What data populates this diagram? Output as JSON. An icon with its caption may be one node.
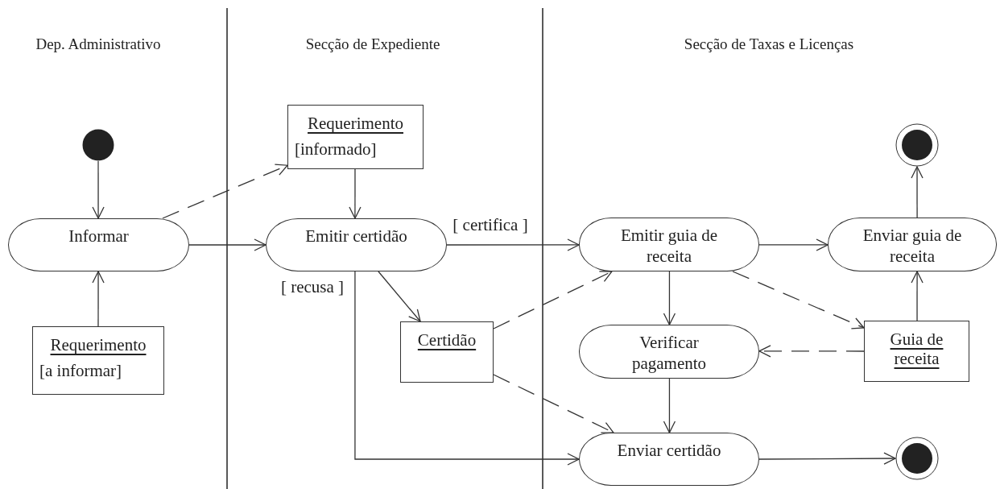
{
  "diagram": {
    "nodes": [
      {
        "text": [],
        "shape": "circle"
      },
      {
        "text": [
          "Informar"
        ]
      },
      {
        "text": [
          "Requerimento",
          "[a informar]"
        ]
      },
      {
        "text": [
          "Requerimento",
          "[informado]"
        ]
      },
      {
        "text": [
          "Emitir certidão"
        ]
      },
      {
        "text": [
          "Certidão"
        ]
      },
      {
        "text": [
          "Emitir guia de receita"
        ]
      },
      {
        "text": [
          "Enviar guia de receita"
        ]
      },
      {
        "text": [],
        "shape": "bullseye"
      },
      {
        "text": [
          "Verificar pagamento"
        ]
      },
      {
        "text": [
          "Guia de receita"
        ]
      },
      {
        "text": [
          "Enviar certidão"
        ]
      },
      {
        "text": [],
        "shape": "bullseye"
      }
    ],
    "edges": [
      {
        "from": 0,
        "to": 1,
        "arrow": "to"
      },
      {
        "from": 2,
        "to": 1,
        "arrow": "to"
      },
      {
        "from": 1,
        "to": 3,
        "arrow": "to",
        "style": "dashed"
      },
      {
        "from": 3,
        "to": 4,
        "arrow": "to"
      },
      {
        "from": 1,
        "to": 4,
        "arrow": "to"
      },
      {
        "from": 4,
        "to": 6,
        "arrow": "to",
        "label": "[ certifica ]"
      },
      {
        "from": 4,
        "to": 11,
        "arrow": "to",
        "label": "[ recusa ]"
      },
      {
        "from": 4,
        "to": 5,
        "arrow": "to"
      },
      {
        "from": 5,
        "to": 6,
        "arrow": "to",
        "style": "dashed"
      },
      {
        "from": 5,
        "to": 11,
        "arrow": "to",
        "style": "dashed"
      },
      {
        "from": 6,
        "to": 7,
        "arrow": "to"
      },
      {
        "from": 7,
        "to": 8,
        "arrow": "to"
      },
      {
        "from": 6,
        "to": 9,
        "arrow": "to"
      },
      {
        "from": 6,
        "to": 10,
        "arrow": "to",
        "style": "dashed"
      },
      {
        "from": 10,
        "to": 9,
        "arrow": "to",
        "style": "dashed"
      },
      {
        "from": 10,
        "to": 7,
        "arrow": "to"
      },
      {
        "from": 9,
        "to": 11,
        "arrow": "to"
      },
      {
        "from": 11,
        "to": 12,
        "arrow": "to"
      }
    ],
    "labels": [
      "Dep. Administrativo",
      "Secção de Expediente",
      "Secção de Taxas e Licenças"
    ]
  }
}
